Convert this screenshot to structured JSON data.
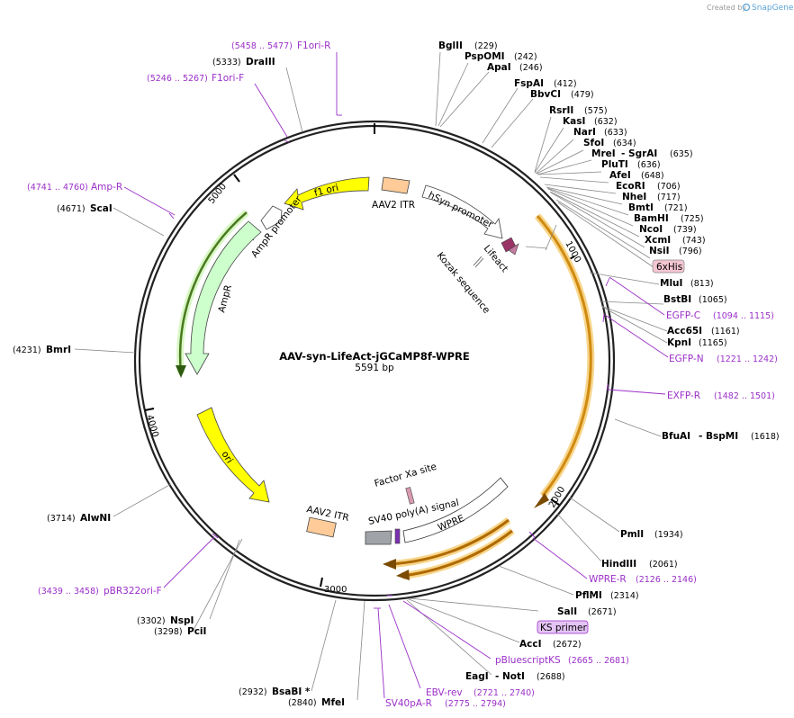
{
  "header": {
    "credit": "Created by",
    "brand": "SnapGene"
  },
  "map": {
    "title": "AAV-syn-LifeAct-jGCaMP8f-WPRE",
    "size": "5591 bp",
    "ticks": [
      "1000",
      "2000",
      "3000",
      "4000",
      "5000"
    ]
  },
  "enzymes": [
    {
      "name": "BglII",
      "pos": "(229)"
    },
    {
      "name": "PspOMI",
      "pos": "(242)"
    },
    {
      "name": "ApaI",
      "pos": "(246)"
    },
    {
      "name": "FspAI",
      "pos": "(412)"
    },
    {
      "name": "BbvCI",
      "pos": "(479)"
    },
    {
      "name": "RsrII",
      "pos": "(575)"
    },
    {
      "name": "KasI",
      "pos": "(632)"
    },
    {
      "name": "NarI",
      "pos": "(633)"
    },
    {
      "name": "SfoI",
      "pos": "(634)"
    },
    {
      "name": "MreI",
      "pos": ""
    },
    {
      "name": "- SgrAI",
      "pos": "(635)"
    },
    {
      "name": "PluTI",
      "pos": "(636)"
    },
    {
      "name": "AfeI",
      "pos": "(648)"
    },
    {
      "name": "EcoRI",
      "pos": "(706)"
    },
    {
      "name": "NheI",
      "pos": "(717)"
    },
    {
      "name": "BmtI",
      "pos": "(721)"
    },
    {
      "name": "BamHI",
      "pos": "(725)"
    },
    {
      "name": "NcoI",
      "pos": "(739)"
    },
    {
      "name": "XcmI",
      "pos": "(743)"
    },
    {
      "name": "NsiI",
      "pos": "(796)"
    },
    {
      "name": "MluI",
      "pos": "(813)"
    },
    {
      "name": "BstBI",
      "pos": "(1065)"
    },
    {
      "name": "Acc65I",
      "pos": "(1161)"
    },
    {
      "name": "KpnI",
      "pos": "(1165)"
    },
    {
      "name": "BfuAI",
      "pos": ""
    },
    {
      "name": "- BspMI",
      "pos": "(1618)"
    },
    {
      "name": "PmlI",
      "pos": "(1934)"
    },
    {
      "name": "HindIII",
      "pos": "(2061)"
    },
    {
      "name": "PflMI",
      "pos": "(2314)"
    },
    {
      "name": "SalI",
      "pos": "(2671)"
    },
    {
      "name": "AccI",
      "pos": "(2672)"
    },
    {
      "name": "EagI",
      "pos": ""
    },
    {
      "name": "- NotI",
      "pos": "(2688)"
    },
    {
      "name": "MfeI",
      "pos": "(2840)"
    },
    {
      "name": "BsaBI *",
      "pos": "(2932)"
    },
    {
      "name": "PciI",
      "pos": "(3298)"
    },
    {
      "name": "NspI",
      "pos": "(3302)"
    },
    {
      "name": "AlwNI",
      "pos": "(3714)"
    },
    {
      "name": "BmrI",
      "pos": "(4231)"
    },
    {
      "name": "ScaI",
      "pos": "(4671)"
    },
    {
      "name": "DraIII",
      "pos": "(5333)"
    }
  ],
  "primers": [
    {
      "name": "F1ori-R",
      "pos": "(5458 .. 5477)"
    },
    {
      "name": "F1ori-F",
      "pos": "(5246 .. 5267)"
    },
    {
      "name": "Amp-R",
      "pos": "(4741 .. 4760)"
    },
    {
      "name": "EGFP-C",
      "pos": "(1094 .. 1115)"
    },
    {
      "name": "EGFP-N",
      "pos": "(1221 .. 1242)"
    },
    {
      "name": "EXFP-R",
      "pos": "(1482 .. 1501)"
    },
    {
      "name": "WPRE-R",
      "pos": "(2126 .. 2146)"
    },
    {
      "name": "pBluescriptKS",
      "pos": "(2665 .. 2681)"
    },
    {
      "name": "EBV-rev",
      "pos": "(2721 .. 2740)"
    },
    {
      "name": "SV40pA-R",
      "pos": "(2775 .. 2794)"
    },
    {
      "name": "pBR322ori-F",
      "pos": "(3439 .. 3458)"
    }
  ],
  "boxed_labels": [
    "6xHis",
    "KS primer"
  ],
  "features": [
    "f1 ori",
    "AAV2 ITR",
    "hSyn promoter",
    "Lifeact",
    "Kozak sequence",
    "AmpR promoter",
    "AmpR",
    "ori",
    "AAV2 ITR",
    "Factor Xa site",
    "SV40 poly(A) signal",
    "WPRE"
  ],
  "colors": {
    "primer": "#9b2fc9",
    "f1ori": "#ffff00",
    "ori": "#ffff00",
    "itr": "#ffcc99",
    "ampr": "#ccffcc",
    "cds_orange": "#f0c060",
    "promoter": "#ffffff",
    "lifeact": "#993366",
    "sv40": "#a0a0a0"
  }
}
